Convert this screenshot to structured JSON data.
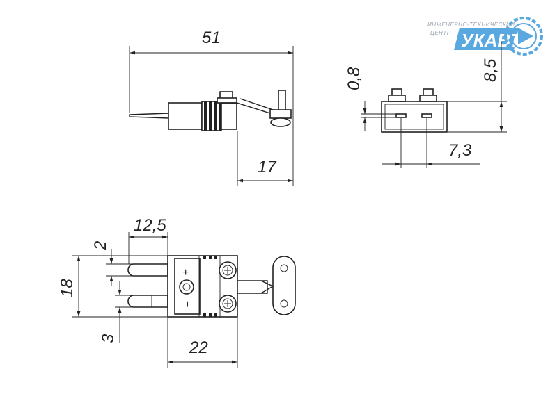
{
  "logo": {
    "line1": "ИНЖЕНЕРНО-ТЕХНИЧЕСКИЙ",
    "line2": "ЦЕНТР",
    "brand": "УКАВТ",
    "color": "#5aa8e0"
  },
  "dimensions": {
    "overall_length": "51",
    "terminal_length": "17",
    "pin_thickness": "0,8",
    "height": "8,5",
    "pin_spacing_side": "7,3",
    "pin_length": "12,5",
    "pin_width": "2",
    "body_height": "18",
    "pin_gap": "3",
    "body_length": "22"
  },
  "markings": {
    "plus": "+",
    "minus": "−"
  }
}
